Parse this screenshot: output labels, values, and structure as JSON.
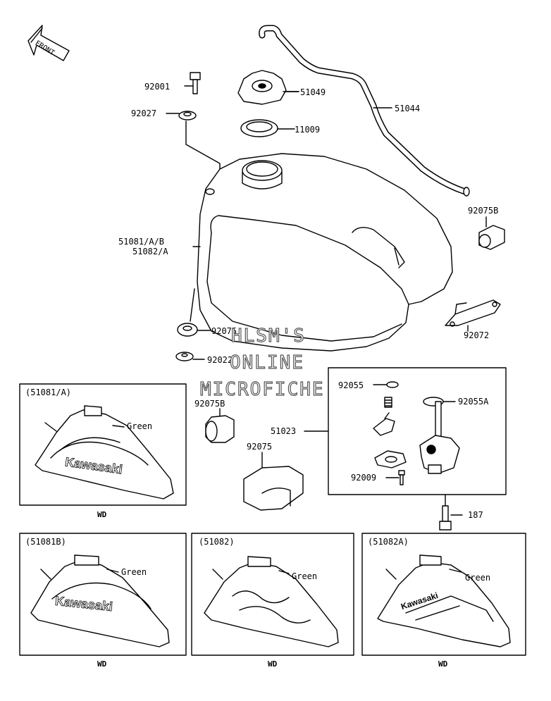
{
  "front_label": "FRONT",
  "watermark": [
    "HLSM'S",
    "ONLINE",
    "MICROFICHE"
  ],
  "parts": {
    "p92001": "92001",
    "p92027": "92027",
    "p51049": "51049",
    "p11009": "11009",
    "p51044": "51044",
    "p92075B_top": "92075B",
    "p51081AB": "51081/A/B",
    "p51082A": "51082/A",
    "p92075_mid": "92075",
    "p92072": "92072",
    "p92022": "92022",
    "p92075B_left": "92075B",
    "p92055": "92055",
    "p92055A": "92055A",
    "p51023": "51023",
    "p92075_bottom": "92075",
    "p92009": "92009",
    "p187": "187"
  },
  "panels": [
    {
      "label": "(51081/A)",
      "color": "Green",
      "brand": "Kawasaki",
      "code": "WD"
    },
    {
      "label": "(51081B)",
      "color": "Green",
      "brand": "Kawasaki",
      "code": "WD"
    },
    {
      "label": "(51082)",
      "color": "Green",
      "brand": "",
      "code": "WD"
    },
    {
      "label": "(51082A)",
      "color": "Green",
      "brand": "Kawasaki",
      "code": "WD"
    }
  ]
}
